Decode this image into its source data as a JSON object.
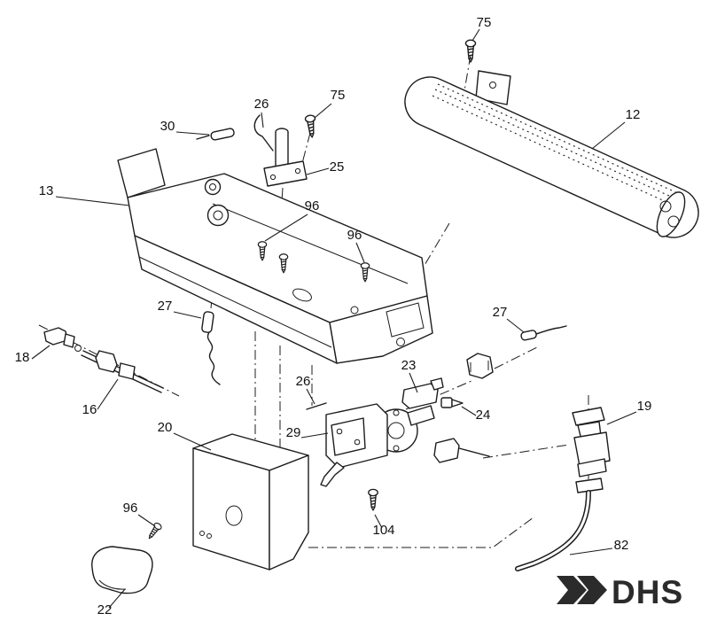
{
  "page": {
    "background": "#ffffff",
    "line_color": "#1c1c1c"
  },
  "callouts": [
    {
      "id": "75-top",
      "text": "75"
    },
    {
      "id": "12",
      "text": "12"
    },
    {
      "id": "26-upper",
      "text": "26"
    },
    {
      "id": "75-mid",
      "text": "75"
    },
    {
      "id": "30",
      "text": "30"
    },
    {
      "id": "25",
      "text": "25"
    },
    {
      "id": "13",
      "text": "13"
    },
    {
      "id": "96-a",
      "text": "96"
    },
    {
      "id": "96-b",
      "text": "96"
    },
    {
      "id": "27-left",
      "text": "27"
    },
    {
      "id": "27-right",
      "text": "27"
    },
    {
      "id": "18",
      "text": "18"
    },
    {
      "id": "23",
      "text": "23"
    },
    {
      "id": "16",
      "text": "16"
    },
    {
      "id": "26-lower",
      "text": "26"
    },
    {
      "id": "24",
      "text": "24"
    },
    {
      "id": "19",
      "text": "19"
    },
    {
      "id": "20",
      "text": "20"
    },
    {
      "id": "29",
      "text": "29"
    },
    {
      "id": "96-c",
      "text": "96"
    },
    {
      "id": "104",
      "text": "104"
    },
    {
      "id": "82",
      "text": "82"
    },
    {
      "id": "22",
      "text": "22"
    }
  ],
  "logo": {
    "text": "DHS",
    "color": "#2b2b2b"
  }
}
